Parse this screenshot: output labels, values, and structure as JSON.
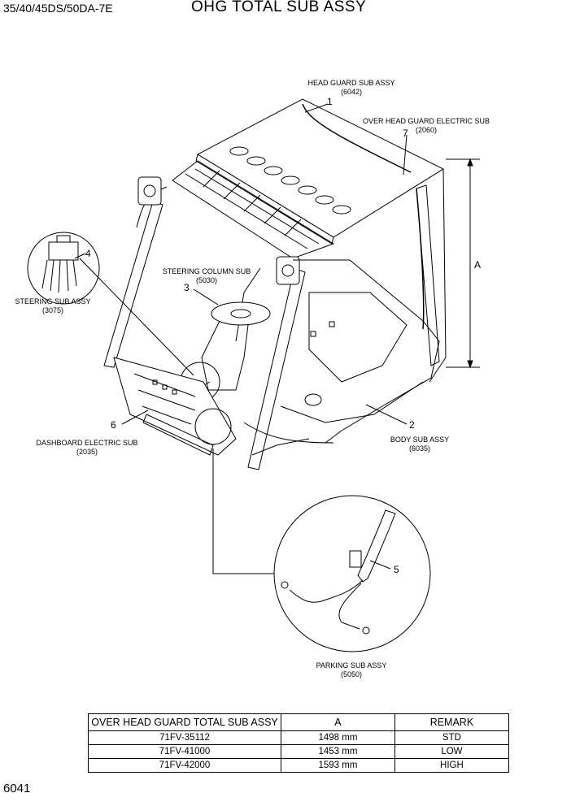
{
  "header": {
    "model": "35/40/45DS/50DA-7E",
    "title": "OHG TOTAL SUB ASSY"
  },
  "callouts": [
    {
      "num": "1",
      "name": "HEAD GUARD SUB ASSY",
      "code": "(6042)"
    },
    {
      "num": "7",
      "name": "OVER HEAD GUARD ELECTRIC SUB",
      "code": "(2060)"
    },
    {
      "num": "4",
      "name": "STEERING SUB ASSY",
      "code": "(3075)"
    },
    {
      "num": "3",
      "name": "STEERING COLUMN SUB",
      "code": "(5030)"
    },
    {
      "num": "6",
      "name": "DASHBOARD ELECTRIC SUB",
      "code": "(2035)"
    },
    {
      "num": "2",
      "name": "BODY SUB ASSY",
      "code": "(6035)"
    },
    {
      "num": "5",
      "name": "PARKING SUB ASSY",
      "code": "(5050)"
    }
  ],
  "dimension_label": "A",
  "table": {
    "headers": [
      "OVER HEAD GUARD TOTAL SUB ASSY",
      "A",
      "REMARK"
    ],
    "rows": [
      [
        "71FV-35112",
        "1498 mm",
        "STD"
      ],
      [
        "71FV-41000",
        "1453 mm",
        "LOW"
      ],
      [
        "71FV-42000",
        "1593 mm",
        "HIGH"
      ]
    ]
  },
  "page_number": "6041"
}
